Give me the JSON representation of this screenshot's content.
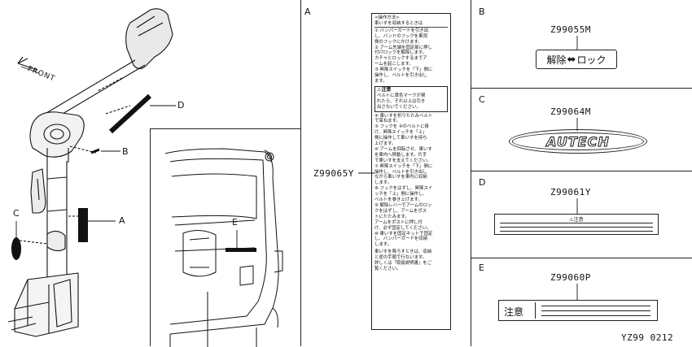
{
  "front_label": "FRONT",
  "callouts": {
    "a": "A",
    "b": "B",
    "c": "C",
    "d": "D",
    "e": "E"
  },
  "section_a": {
    "letter": "A",
    "part_no": "Z99065Y",
    "label": {
      "header": [
        "<操作方法>",
        "車いすを収納するときは"
      ],
      "steps1": [
        "① バンパーガードを引き出",
        "  し、バンドのフックを車両",
        "  側のフックにかけます。",
        "② アーム先端を固定部に押し",
        "  付けロックを解除します。",
        "  カチャとロックするまでア",
        "  ームを起こします。",
        "③ 昇降スイッチを「下」側に",
        "  操作し、ベルトを引き出し",
        "  ます。"
      ],
      "warn_title": "⚠注意",
      "warn_text": [
        "ベルトに黄色マークが現",
        "れたら、それ以上は引き",
        "出さないでください。"
      ],
      "steps2": [
        "④ 車いすを折りたたみベルト",
        "  で束ねます。",
        "⑤ フックを ④のベルトに掛",
        "  け、昇降スイッチを「上」",
        "  側に操作して車いすを持ち",
        "  上げます。",
        "⑥ アームを回転させ、車いす",
        "  を車内へ移動します。片手",
        "  で車いすを支えてください。",
        "⑦ 昇降スイッチを「下」側に",
        "  操作し、ベルトを引き出し",
        "  ながら車いすを車内に収納",
        "  します。",
        "⑧ フックをはずし、昇降スイ",
        "  ッチを「上」側に操作し、",
        "  ベルトを巻き上げます。",
        "⑨ 解除レバーでアームのロッ",
        "  クをはずし、アームをポス",
        "  トにたたみます。",
        "  アームをポストに押し付",
        "  け、必ず固定してください。",
        "⑩ 車いすを固定ネットで固定",
        "  し、バンパーガードを収納",
        "  します。"
      ],
      "footer": [
        "車いすを降ろすときは、収納",
        "と逆の手順で行ないます。",
        "詳しくは「取扱説明書」をご",
        "覧ください。"
      ]
    }
  },
  "section_b": {
    "letter": "B",
    "part_no": "Z99055M",
    "label_left": "解除",
    "label_arrow": "⬌",
    "label_right": "ロック"
  },
  "section_c": {
    "letter": "C",
    "part_no": "Z99064M",
    "label_text": "AUTECH"
  },
  "section_d": {
    "letter": "D",
    "part_no": "Z99061Y",
    "label_text": "⚠注意"
  },
  "section_e": {
    "letter": "E",
    "part_no": "Z99060P",
    "label_text": "注意"
  },
  "diagram_code": "YZ99 0212"
}
